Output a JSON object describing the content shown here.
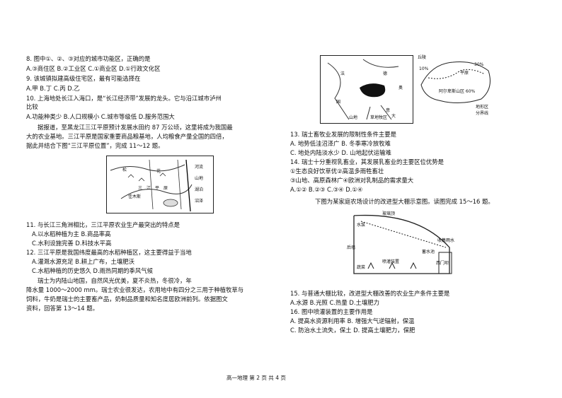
{
  "left": {
    "q8": "8. 图中①、②、③对应的城市功能区，正确的是",
    "q8_opts": "A.③商住区      B.②工业区      C.①商业区      D.①行政文化区",
    "q9": "9. 该城镇拟建高级住宅区，最有可能选择在",
    "q9_opts": "A.甲            B.丁            C.丙            D.乙",
    "q10_a": "10.   上海地处长江入海口，是“长江经济带”发展的龙头。它与沿江城市泸州",
    "q10_b": "比较",
    "q10_opts_a": "A.功能种类少          B.人口规模小        C.城市等级低        D.服务范围大",
    "intro_a": "据报道，至黑龙江三江平原预计发展水田约 87 万公顷，这里将成为我国最",
    "intro_b": "大的农业基地。三江平原是国家重要商品粮基地，人均粮食产量全国的四倍，",
    "intro_c": "据此并结合下图“三江平原位置”，完成 11～12 题。",
    "map_lbl_1": "松",
    "map_lbl_2": "花",
    "map_lbl_3": "三",
    "map_lbl_4": "江",
    "map_lbl_5": "原",
    "map_lbl_6": "平",
    "map_lbl_7": "佳木斯",
    "map_lbl_8": "河流",
    "map_lbl_9": "山地",
    "map_lbl_10": "湖泊",
    "map_lbl_11": "沼泽",
    "q11": "11. 与长江三角洲相比，三江平原农业生产最突出的特点是",
    "q11_a": "A.以水稻种植为主  B.商品率高",
    "q11_c": "C.水利设施完善    D.科技水平高",
    "q12": "12.   三江平原是我国纬度最高的水稻种植区，这主要得益于当地",
    "q12_a": "A.灌溉水源充足        B.耕上广布，土壤肥沃",
    "q12_c": "C.水稻种植的历史悠久        D.雨热同期的季风气候",
    "intro2_a": "瑞士为内陆山地国，自然风光优美，夏不炎热，冬很冷，年",
    "intro2_b": "降水量 1000～2000 mm。瑞士农业很发达，农用地中有四分之三用于种植牧草与",
    "intro2_c": "饲料，牛奶是瑞士的主要畜产品，奶制品质量和知名度居欧洲前列。依据图文",
    "intro2_d": "资料，回答第 13～14 题。"
  },
  "right": {
    "swiss_lbl_1": "法",
    "swiss_lbl_2": "国",
    "swiss_lbl_3": "德",
    "swiss_lbl_4": "意",
    "swiss_lbl_5": "大",
    "swiss_lbl_6": "奥",
    "swiss_lbl_7": "山地",
    "swiss_lbl_8": "草地牧区",
    "swiss_lbl_9": "丘陵",
    "swiss_lbl_10": "平原",
    "swiss_lbl_11": "阿尔卑斯山区 60%",
    "swiss_lbl_12": "30%",
    "swiss_lbl_13": "10%",
    "swiss_lbl_14": "地形区",
    "swiss_lbl_15": "分界线",
    "q13": "13. 瑞士畜牧业发展的限制性条件主要是",
    "q13_a": "A. 地势低洼沼泽广   B. 冬季寒冷放牧难",
    "q13_c": "C. 地处内陆淡水少   D. 山地起伏运输难",
    "q14": "14. 瑞士十分重视乳畜业，其发展乳畜业的主要区位优势是",
    "q14_s1": "①生态良好饮草优②高温多雨牲畜壮",
    "q14_s2": "③山地、高原森林广④欧洲对乳制品的需求量大",
    "q14_opts": "A.①②        B.②③        C.③④        D.①④",
    "intro3": "下图为某家庭农场设计的改进型大棚示意图。读图完成 15～16 题。",
    "gh_lbl_1": "玻璃顶",
    "gh_lbl_2": "水泵",
    "gh_lbl_3": "后墙",
    "gh_lbl_4": "喷灌装置",
    "gh_lbl_5": "蓄水池",
    "gh_lbl_6": "蔬菜",
    "gh_lbl_7": "收集雨水",
    "gh_lbl_8": "西门坝",
    "q15": "15. 与普通大棚比较，改进型大棚改善的农业生产条件主要是",
    "q15_opts": "A.水源          B.光照          C.热量          D.土壤肥力",
    "q16": "16. 图中喷灌装置的主要作用是",
    "q16_a": "A. 提高水资源利用率            B. 增强大气逆辐射，保温",
    "q16_c": "C. 防治水土流失，保土          D. 提高土壤肥力，保肥"
  },
  "footer": "高一地理   第 2 页 共 4 页"
}
